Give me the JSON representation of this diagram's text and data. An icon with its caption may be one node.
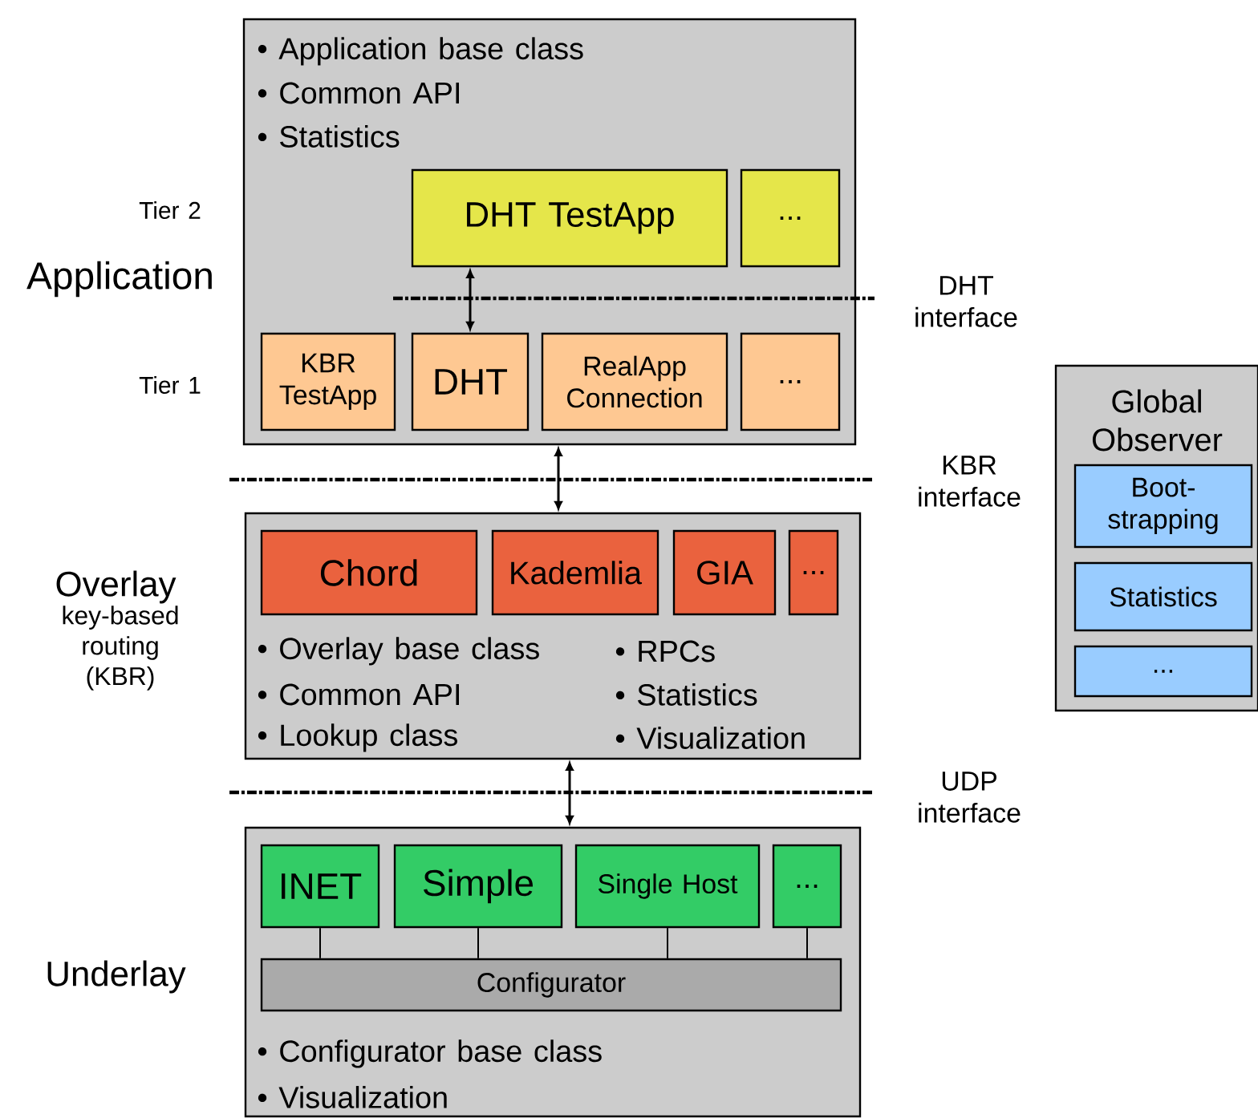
{
  "diagram": {
    "nodes": [
      {
        "text": [
          "• Application base class",
          "• Common API",
          "• Statistics"
        ],
        "beside": [
          "Application"
        ]
      },
      {
        "text": [
          "DHT TestApp"
        ],
        "in": 0
      },
      {
        "text": [
          "..."
        ],
        "in": 0
      },
      {
        "text": [
          "KBR TestApp"
        ],
        "in": 0
      },
      {
        "text": [
          "DHT"
        ],
        "in": 0
      },
      {
        "text": [
          "RealApp Connection"
        ],
        "in": 0
      },
      {
        "text": [
          "..."
        ],
        "in": 0
      },
      {
        "text": [
          "• Overlay base class",
          "• Common API",
          "• Lookup class",
          "• RPCs",
          "• Statistics",
          "• Visualization"
        ],
        "beside": [
          "Overlay",
          "key-based routing (KBR)"
        ]
      },
      {
        "text": [
          "Chord"
        ],
        "in": 7
      },
      {
        "text": [
          "Kademlia"
        ],
        "in": 7
      },
      {
        "text": [
          "GIA"
        ],
        "in": 7
      },
      {
        "text": [
          "..."
        ],
        "in": 7
      },
      {
        "text": [
          "• Configurator base class",
          "• Visualization"
        ],
        "beside": [
          "Underlay"
        ]
      },
      {
        "text": [
          "INET"
        ],
        "in": 12
      },
      {
        "text": [
          "Simple"
        ],
        "in": 12
      },
      {
        "text": [
          "Single Host"
        ],
        "in": 12
      },
      {
        "text": [
          "..."
        ],
        "in": 12
      },
      {
        "text": [
          "Configurator"
        ],
        "in": 12
      },
      {
        "text": [
          "Global Observer"
        ]
      },
      {
        "text": [
          "Boot-strapping"
        ],
        "in": 18
      },
      {
        "text": [
          "Statistics"
        ],
        "in": 18
      },
      {
        "text": [
          "..."
        ],
        "in": 18
      }
    ],
    "edges": [
      {
        "from": 1,
        "to": 4,
        "arrow": "both"
      },
      {
        "from": 0,
        "to": 7,
        "arrow": "both"
      },
      {
        "from": 7,
        "to": 12,
        "arrow": "both"
      },
      {
        "from": 13,
        "to": 17,
        "arrow": "none"
      },
      {
        "from": 14,
        "to": 17,
        "arrow": "none"
      },
      {
        "from": 15,
        "to": 17,
        "arrow": "none"
      },
      {
        "from": 16,
        "to": 17,
        "arrow": "none"
      }
    ],
    "labels": [
      "Tier 2",
      "DHT interface",
      "Tier 1",
      "KBR interface",
      "UDP interface"
    ]
  }
}
